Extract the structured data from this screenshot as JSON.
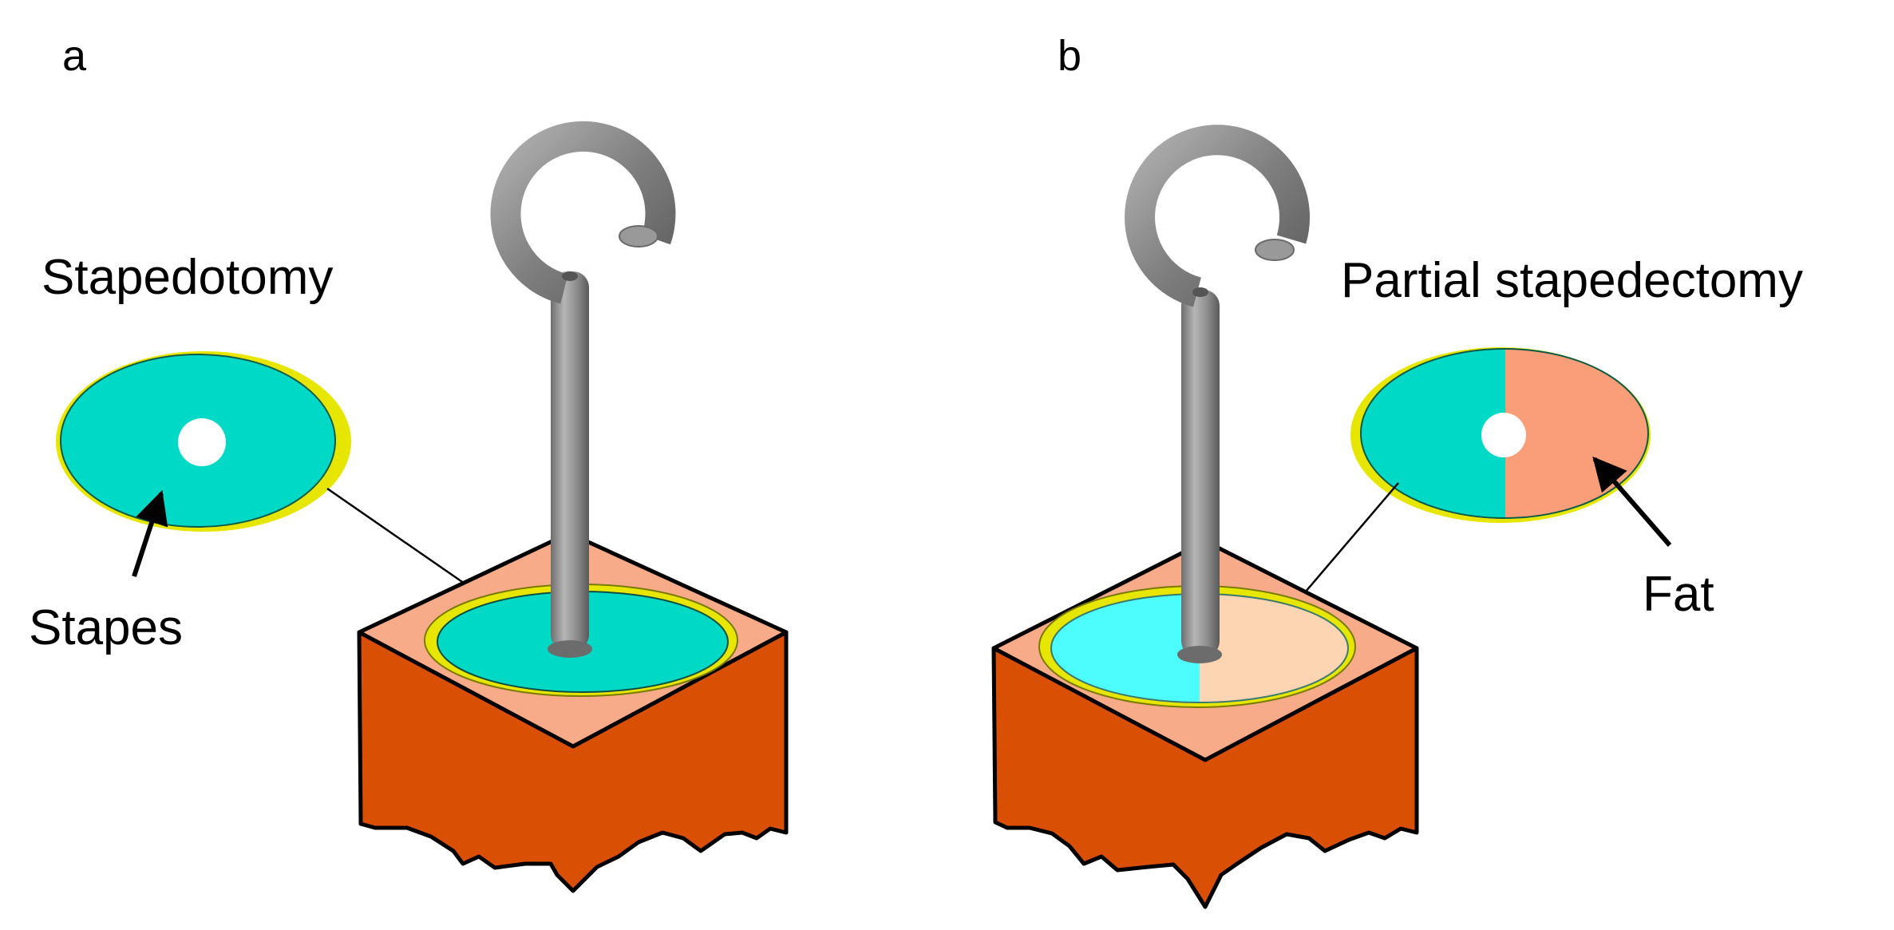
{
  "panels": [
    {
      "letter": "a",
      "title": "Stapedotomy",
      "callout": "Stapes"
    },
    {
      "letter": "b",
      "title": "Partial stapedectomy",
      "callout": "Fat"
    }
  ],
  "colors": {
    "stapes_footplate": "#00d9c5",
    "stapes_footplate_light": "#4dfcfc",
    "stapes_rim": "#e6e600",
    "fat": "#f99e78",
    "fat_light": "#fdd5b2",
    "bone_top": "#f8ab89",
    "bone_side": "#d94f04",
    "prosthesis": "#8a8a8a",
    "outline": "#000000"
  },
  "icons": [
    "piston-prosthesis-icon",
    "bone-block-icon",
    "oval-window-icon"
  ]
}
